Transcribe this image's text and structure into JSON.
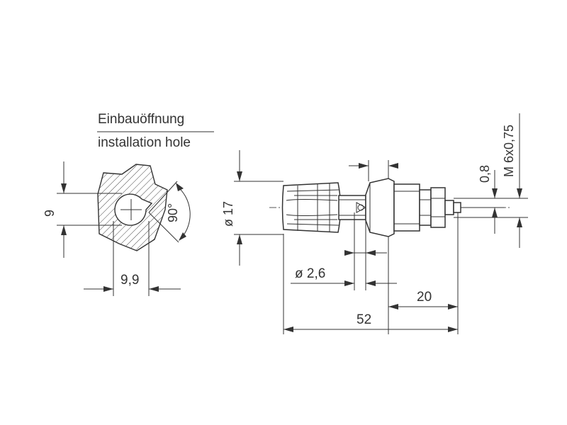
{
  "labels": {
    "hole_de": "Einbauöffnung",
    "hole_en": "installation hole"
  },
  "dimensions": {
    "hole_height": "9",
    "hole_width": "9,9",
    "angle": "90°",
    "diameter_body": "ø 17",
    "diameter_pin": "ø 2,6",
    "thread_length": "20",
    "total_length": "52",
    "thread_pitch_gap": "0,8",
    "thread_spec": "M 6x0,75"
  },
  "colors": {
    "line": "#333333",
    "background": "#ffffff"
  }
}
